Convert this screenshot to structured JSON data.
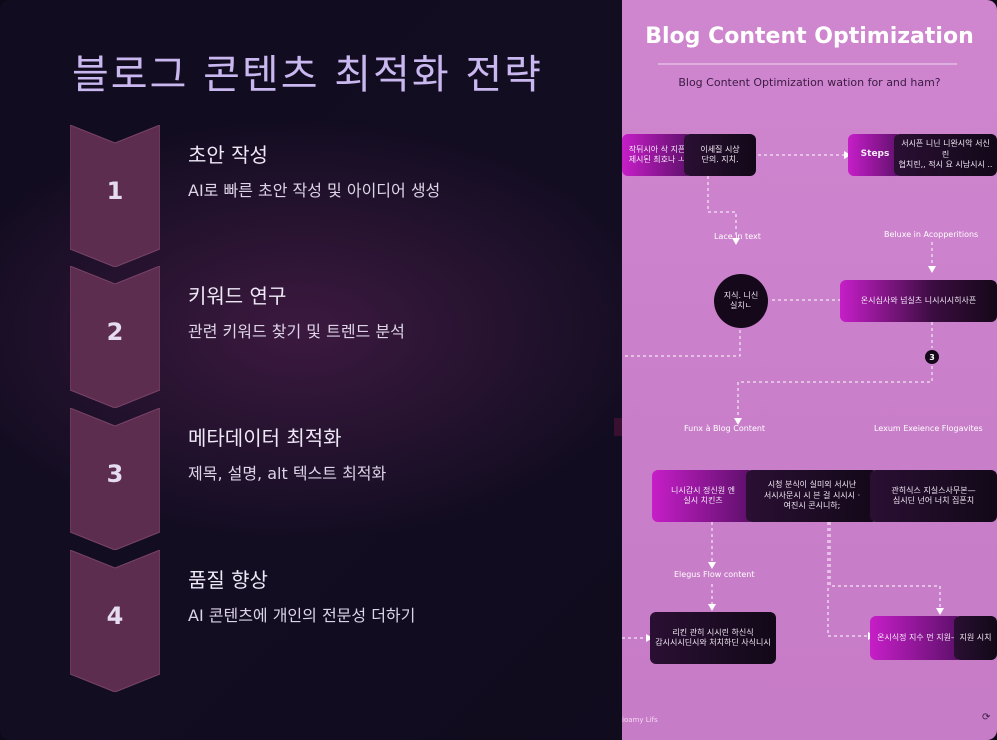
{
  "slide": {
    "title": "블로그 콘텐츠 최적화 전략",
    "steps": [
      {
        "number": "1",
        "title": "초안 작성",
        "description": "AI로 빠른 초안 작성 및 아이디어 생성"
      },
      {
        "number": "2",
        "title": "키워드 연구",
        "description": "관련 키워드 찾기 및 트렌드 분석"
      },
      {
        "number": "3",
        "title": "메타데이터 최적화",
        "description": "제목, 설명, alt 텍스트 최적화"
      },
      {
        "number": "4",
        "title": "품질 향상",
        "description": "AI 콘텐츠에 개인의 전문성 더하기"
      }
    ]
  },
  "image_panel": {
    "title": "Blog Content Optimization",
    "subtitle": "Blog Content Optimization wation for and ham?",
    "boxes": {
      "b1": "작뒤시아 삭 지픈\n제시된 최호나 ㅗ",
      "b2": "이세질 시상\n단의. 지치.",
      "b3": "Steps",
      "b4": "서시픈 니닌 니완시악 서신린\n협치린,, 적시 요 시남시시 ..",
      "b5": "온시심사와 넘실츠 니시시시히사픈",
      "b6": "니시감시 정신원 엔\n실시 치킨츠",
      "b7": "시청 분식이 실미외 서시난\n서시사문시 시 븐 걸 시시시 ·\n여진시 콘시니하;",
      "b8": "관히식스 지실스사무본—\n심시딘 넌어 너치 집폰치",
      "b9": "리킨 관히 시시린 하신식\n감시시시딘시와 처치하딘 사식니시",
      "b10": "온시식정 지수 먼 지원–",
      "b11": "지원 시치"
    },
    "circle_text": "지식. 니신\n실치ㄴ",
    "labels": {
      "l1": "Lace in text",
      "l2": "Beluxe in Acopperitions",
      "l3": "Funx à Blog Content",
      "l4": "Lexum Exeience Flogavites",
      "l5": "Elegus Flow content"
    },
    "badge": "3",
    "footer": "ioamy Lifs",
    "logo_icon": "loop-logo-icon"
  },
  "colors": {
    "title": "#c9b7ef",
    "chevron": "#5c2d4e",
    "panel_bg": "#cf86cf",
    "magenta": "#c61ec8"
  }
}
